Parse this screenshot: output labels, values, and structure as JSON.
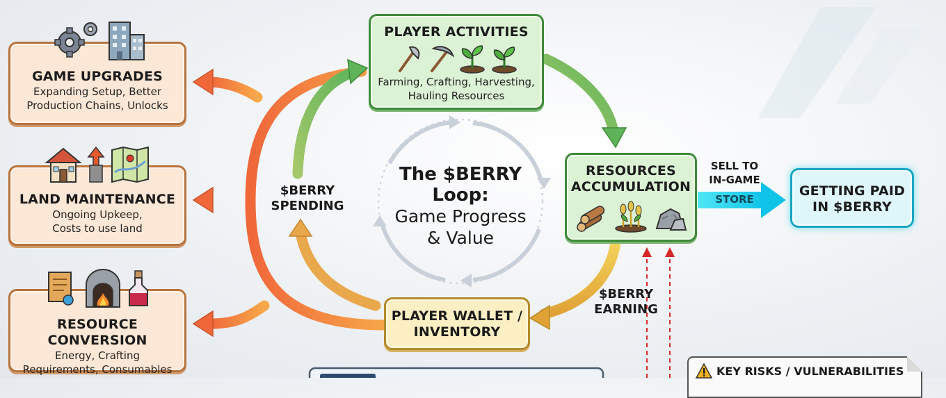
{
  "top_cut_text": "… … …",
  "center": {
    "line1": "The $BERRY",
    "line2": "Loop:",
    "line3": "Game Progress",
    "line4": "& Value"
  },
  "nodes": {
    "game_upgrades": {
      "title": "GAME UPGRADES",
      "desc1": "Expanding Setup, Better",
      "desc2": "Production Chains, Unlocks"
    },
    "land_maintenance": {
      "title": "LAND MAINTENANCE",
      "desc1": "Ongoing Upkeep,",
      "desc2": "Costs to use land"
    },
    "resource_conversion": {
      "title": "RESOURCE CONVERSION",
      "desc1": "Energy, Crafting",
      "desc2": "Requirements, Consumables"
    },
    "player_activities": {
      "title": "PLAYER ACTIVITIES",
      "desc1": "Farming, Crafting, Harvesting,",
      "desc2": "Hauling Resources"
    },
    "resources_accumulation": {
      "title1": "RESOURCES",
      "title2": "ACCUMULATION"
    },
    "player_wallet": {
      "title1": "PLAYER WALLET /",
      "title2": "INVENTORY"
    },
    "getting_paid": {
      "title1": "GETTING PAID",
      "title2": "IN $BERRY"
    },
    "key_risks": {
      "title": "KEY RISKS / VULNERABILITIES"
    }
  },
  "labels": {
    "spending1": "$BERRY",
    "spending2": "SPENDING",
    "earning1": "$BERRY",
    "earning2": "EARNING",
    "sell1": "SELL TO",
    "sell2": "IN-GAME",
    "sell3": "STORE"
  },
  "icons": {
    "game_upgrades": [
      "gears-icon",
      "building-icon"
    ],
    "land_maintenance": [
      "house-icon",
      "upgrade-arrow-icon",
      "map-icon"
    ],
    "resource_conversion": [
      "scroll-icon",
      "furnace-icon",
      "potion-icon"
    ],
    "player_activities": [
      "axe-icon",
      "pickaxe-icon",
      "sprout-icon",
      "sprout-icon"
    ],
    "resources_accumulation": [
      "logs-icon",
      "crops-icon",
      "stones-icon"
    ],
    "key_risks": [
      "warning-icon"
    ]
  },
  "colors": {
    "orange_flow": "#f07a3a",
    "green_flow": "#6cbf5c",
    "gold_flow": "#e6b33a",
    "sell_arrow": "#19d3ee",
    "dashed_red": "#d62828"
  }
}
